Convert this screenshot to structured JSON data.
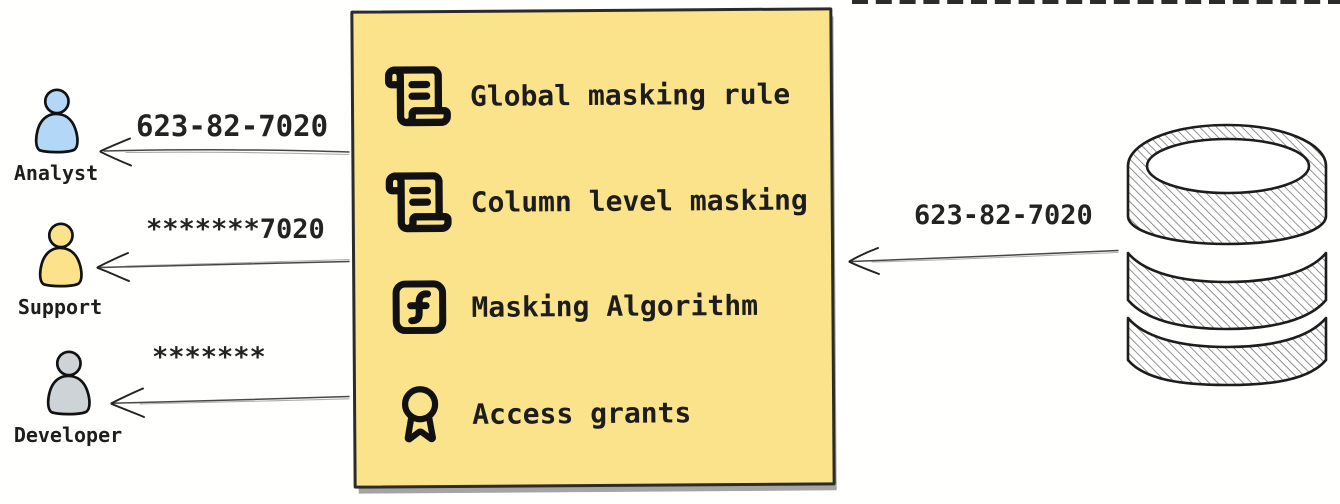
{
  "diagram": {
    "theme": {
      "ink_color": "#1f1f1f",
      "arrow_color": "#474747",
      "box_shadow_color": "#a4a4a4",
      "background_color": "#ffffff",
      "hatch_color": "#6e6e6e"
    },
    "personas": [
      {
        "icon": "analyst-person-icon",
        "name": "Analyst",
        "received_value": "623-82-7020",
        "color": "#b3d7f7"
      },
      {
        "icon": "support-person-icon",
        "name": "Support",
        "received_value": "*******7020",
        "color": "#fbe28b"
      },
      {
        "icon": "developer-person-icon",
        "name": "Developer",
        "received_value": "*******",
        "color": "#ced3d8"
      }
    ],
    "masking_box": {
      "fill_color": "#fae38b",
      "items": [
        {
          "icon": "scroll-text-icon",
          "label": "Global masking rule"
        },
        {
          "icon": "scroll-text-icon",
          "label": "Column level masking"
        },
        {
          "icon": "function-square-icon",
          "label": "Masking Algorithm"
        },
        {
          "icon": "award-icon",
          "label": "Access grants"
        }
      ]
    },
    "source_database": {
      "icon": "database-icon",
      "sent_value": "623-82-7020"
    }
  }
}
